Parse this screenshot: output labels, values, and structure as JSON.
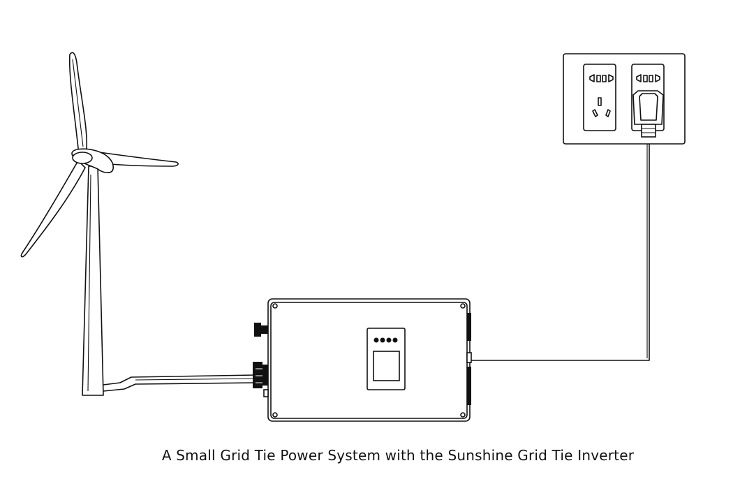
{
  "caption": "A Small Grid Tie Power System with the Sunshine Grid Tie Inverter",
  "components": {
    "wind_turbine": "wind-turbine",
    "inverter": "grid-tie-inverter",
    "wall_socket": "wall-socket-panel"
  },
  "colors": {
    "line": "#111111",
    "background": "#ffffff"
  }
}
